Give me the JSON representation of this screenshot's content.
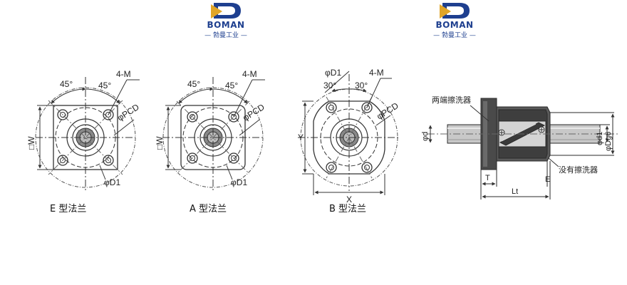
{
  "logos": [
    {
      "name": "BOMAN",
      "sub": "— 勃曼工业 —"
    },
    {
      "name": "BOMAN",
      "sub": "— 勃曼工业 —"
    }
  ],
  "flange_e": {
    "angle_left": "45°",
    "angle_right": "45°",
    "holes": "4-M",
    "pcd": "φPCD",
    "width": "□W",
    "d1": "φD1",
    "caption": "E 型法兰"
  },
  "flange_a": {
    "angle_left": "45°",
    "angle_right": "45°",
    "holes": "4-M",
    "pcd": "φPCD",
    "width": "□W",
    "d1": "φD1",
    "caption": "A 型法兰"
  },
  "flange_b": {
    "d1": "φD1",
    "angle_left": "30°",
    "angle_right": "30°",
    "holes": "4-M",
    "pcd": "φPCD",
    "y_label": "Y",
    "x_label": "X",
    "caption": "B 型法兰"
  },
  "side_view": {
    "wiper_both": "两端擦洗器",
    "wiper_none": "没有擦洗器",
    "shaft_d": "φd",
    "d1": "φd1",
    "dg6": "φDg6",
    "t_label": "T",
    "e_label": "E",
    "lt_label": "Lt"
  },
  "colors": {
    "line": "#333333",
    "dark": "#2a2a2a",
    "logo_blue": "#1e3f8f",
    "logo_gold": "#e0a528"
  }
}
